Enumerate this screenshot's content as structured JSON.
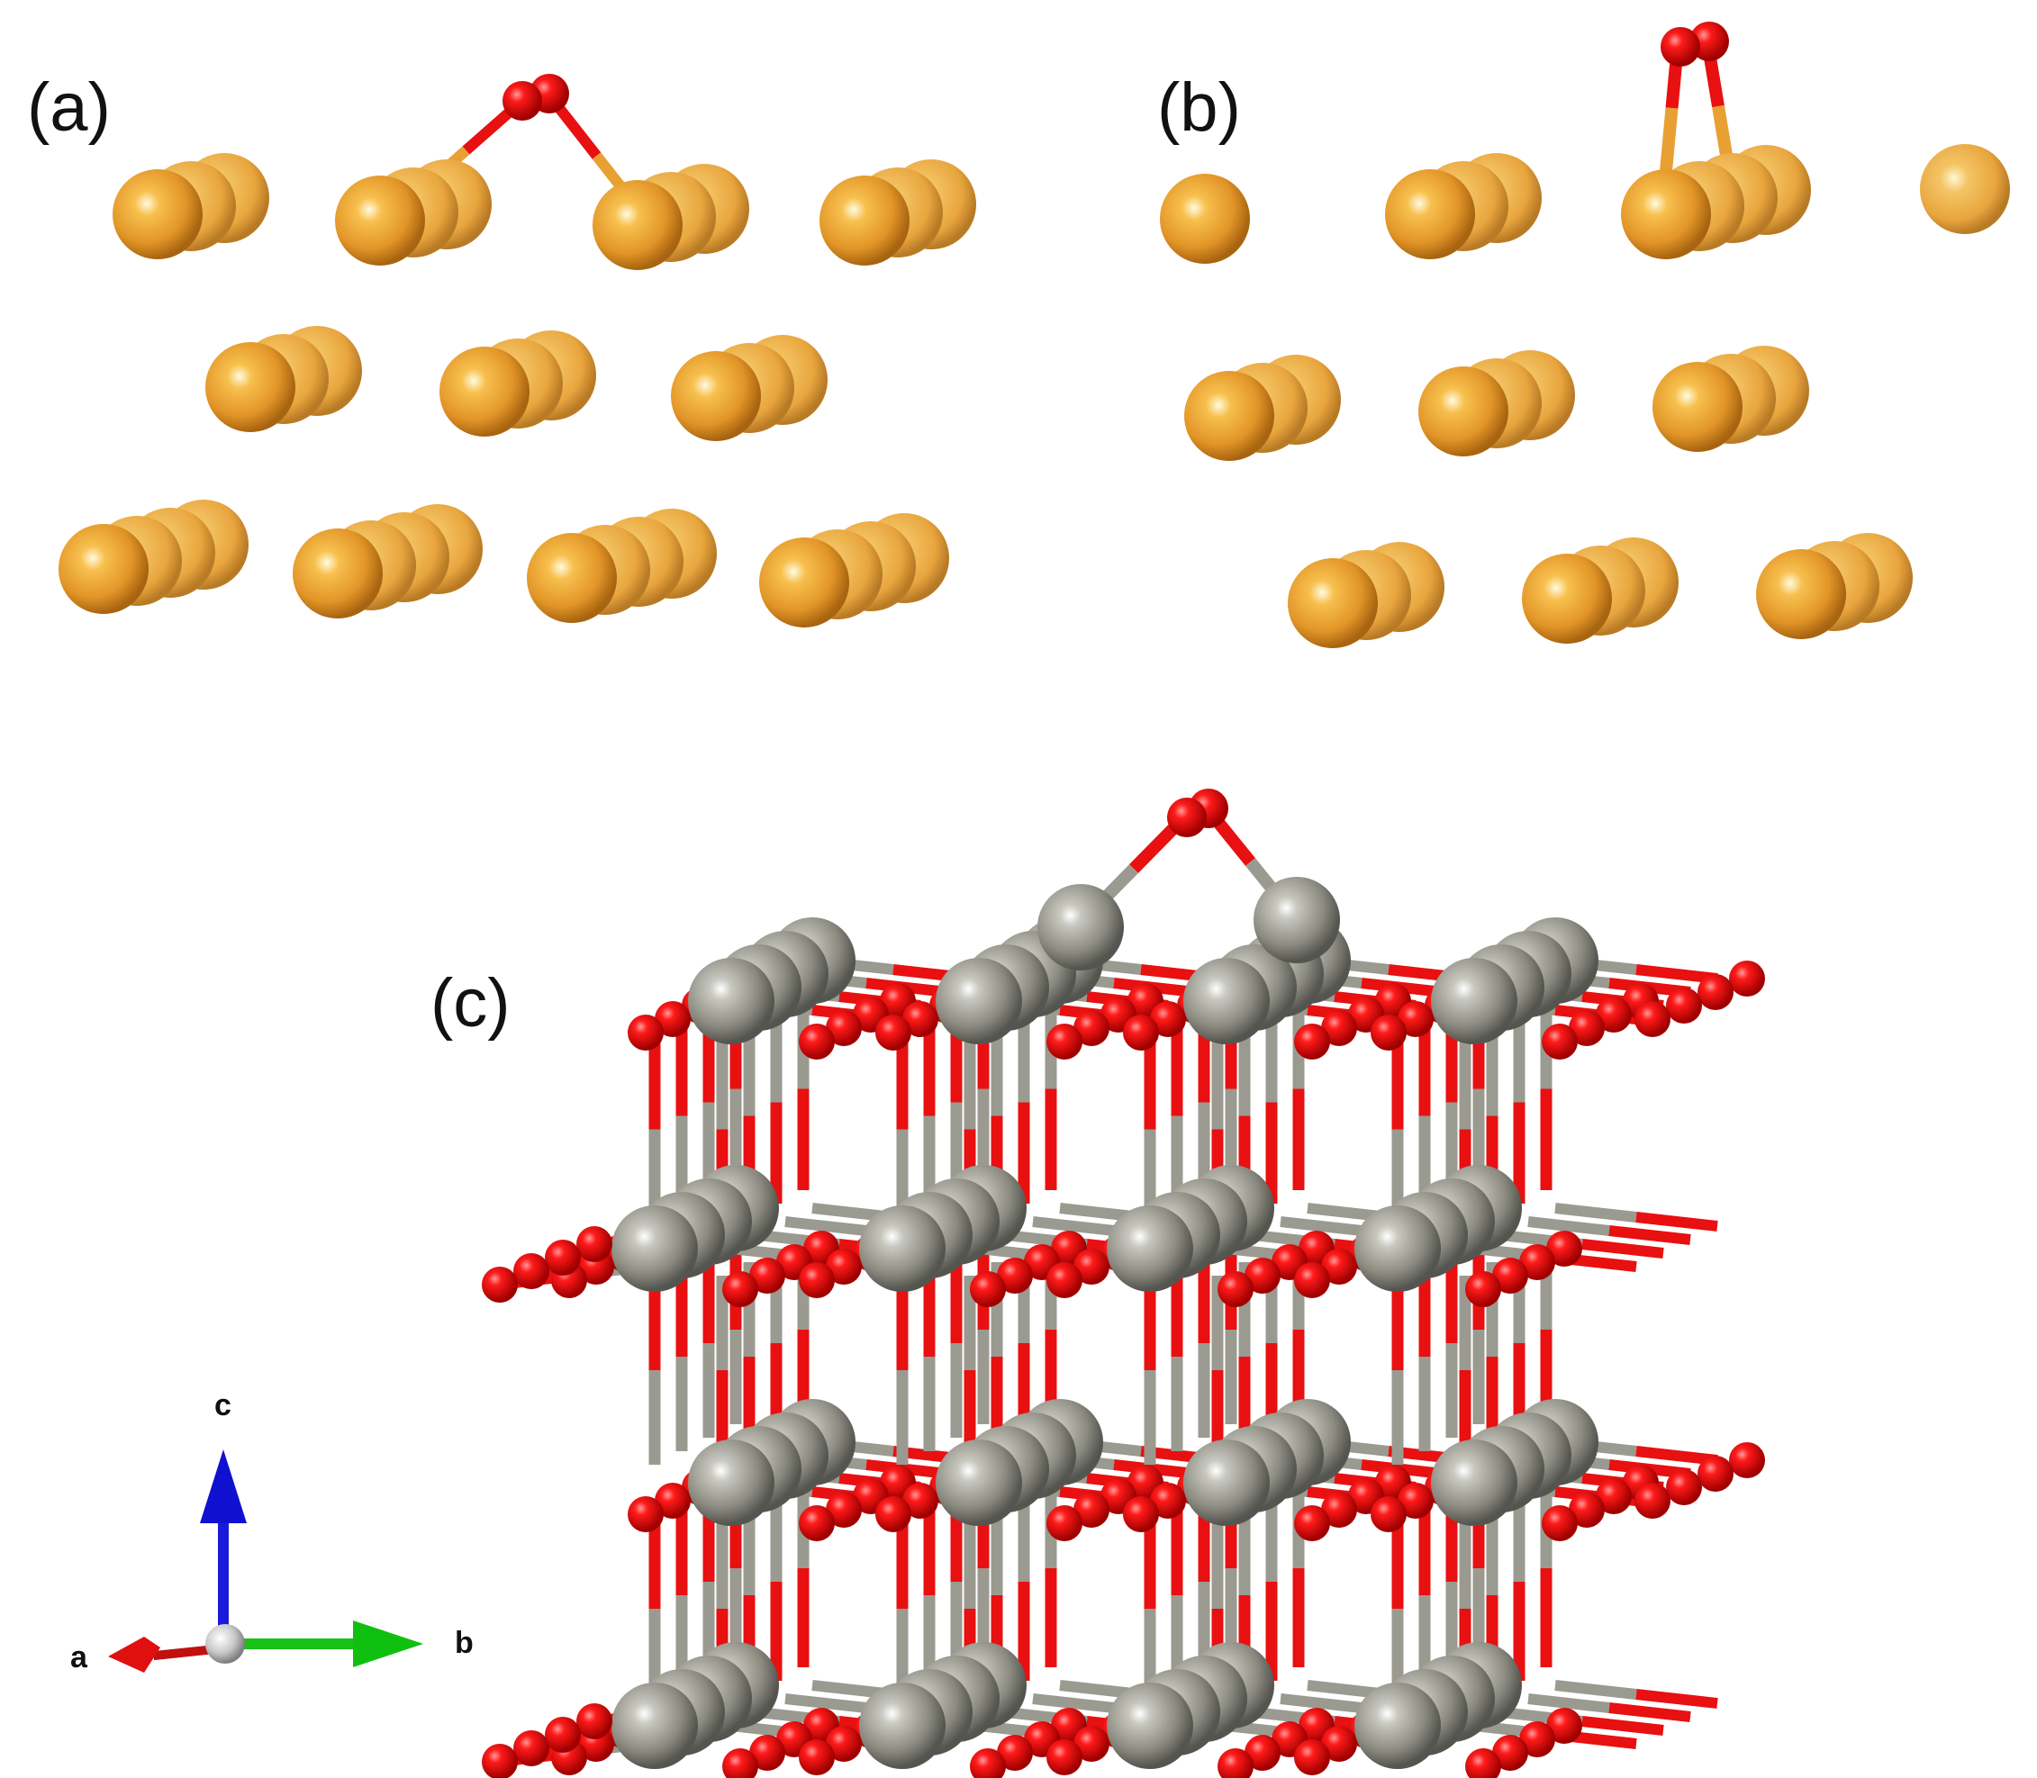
{
  "panels": {
    "a": {
      "label": "(a)"
    },
    "b": {
      "label": "(b)"
    },
    "c": {
      "label": "(c)"
    }
  },
  "axes": {
    "a": "a",
    "b": "b",
    "c": "c"
  },
  "colors": {
    "gold_atom": "#e8a033",
    "gold_atom_light": "#fff4c0",
    "oxygen": "#e81010",
    "metal_grey": "#8a8a80",
    "bond_grey": "#9a9a90",
    "axis_a": "#d01010",
    "axis_b": "#10c010",
    "axis_c": "#1010d0"
  }
}
